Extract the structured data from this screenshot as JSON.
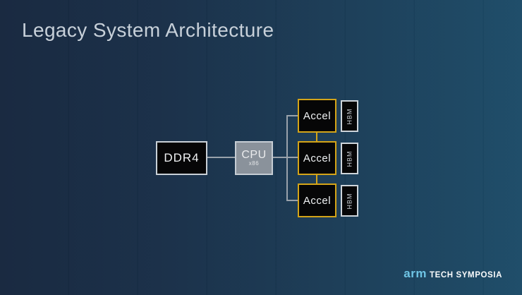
{
  "slide": {
    "title": "Legacy System Architecture"
  },
  "diagram": {
    "ddr4": {
      "label": "DDR4"
    },
    "cpu": {
      "label": "CPU",
      "sublabel": "x86"
    },
    "accelerators": [
      {
        "label": "Accel",
        "hbm_label": "HBM"
      },
      {
        "label": "Accel",
        "hbm_label": "HBM"
      },
      {
        "label": "Accel",
        "hbm_label": "HBM"
      }
    ],
    "colors": {
      "background_left": "#16273E",
      "background_right": "#1C4B68",
      "box_fill": "#060607",
      "box_border_light": "#C9D0D7",
      "cpu_fill": "#8A929B",
      "accel_border_gold": "#D4A418",
      "connector_gray": "#99A2AB",
      "connector_gold": "#D4A418",
      "title_text": "#C7D0D9",
      "arm_logo_blue": "#6FC5E5"
    }
  },
  "footer": {
    "arm_wordmark": "arm",
    "event_name": "TECH SYMPOSIA"
  }
}
